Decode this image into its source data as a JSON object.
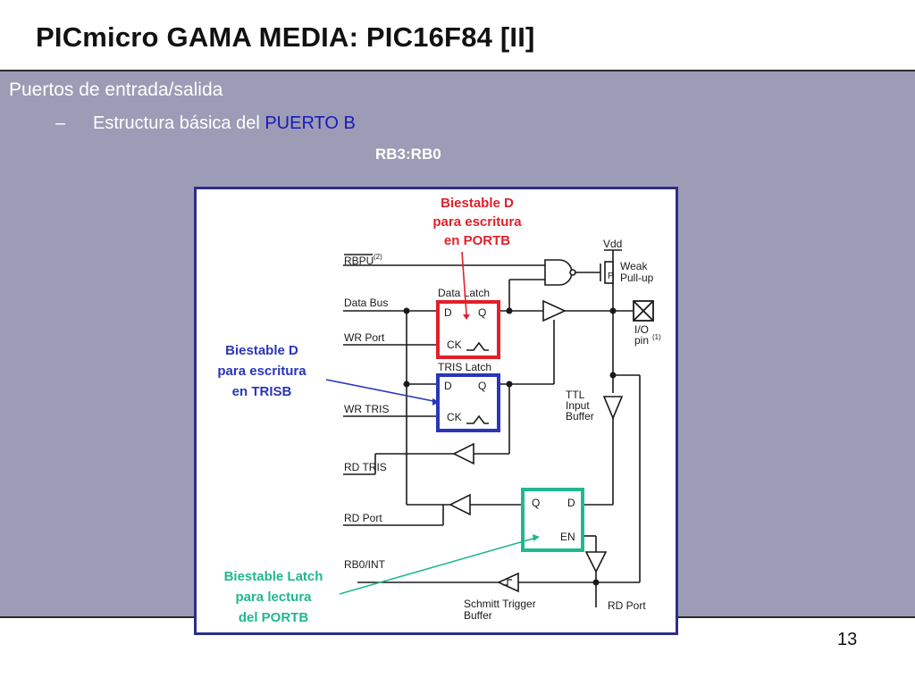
{
  "slide": {
    "title": "PICmicro GAMA MEDIA: PIC16F84 [II]",
    "bullet1": "Puertos de entrada/salida",
    "bullet2_dash": "–",
    "bullet2_text": "Estructura básica del ",
    "bullet2_highlight": "PUERTO B",
    "subheading": "RB3:RB0",
    "page_number": "13"
  },
  "diagram": {
    "signals": {
      "rbpu": "RBPU",
      "rbpu_note": "(2)",
      "data_bus": "Data Bus",
      "wr_port": "WR Port",
      "wr_tris": "WR TRIS",
      "rd_tris": "RD TRIS",
      "rd_port_left": "RD Port",
      "rb0_int": "RB0/INT",
      "rd_port_bottom": "RD Port"
    },
    "blocks": {
      "data_latch": "Data Latch",
      "tris_latch": "TRIS Latch",
      "d": "D",
      "q": "Q",
      "ck": "CK",
      "en": "EN",
      "vdd": "Vdd",
      "p": "P",
      "weak1": "Weak",
      "weak2": "Pull-up",
      "io1": "I/O",
      "io2": "pin",
      "io_note": "(1)",
      "ttl1": "TTL",
      "ttl2": "Input",
      "ttl3": "Buffer",
      "schmitt1": "Schmitt Trigger",
      "schmitt2": "Buffer"
    },
    "annotations": {
      "red": [
        "Biestable D",
        "para escritura",
        "en PORTB"
      ],
      "blue": [
        "Biestable D",
        "para escritura",
        "en TRISB"
      ],
      "green": [
        "Biestable Latch",
        "para lectura",
        "del PORTB"
      ]
    },
    "colors": {
      "red": "#e0202a",
      "blue": "#2a36b8",
      "green": "#20b890",
      "frame": "#2e2e8a",
      "content_bg": "#9c9cb6"
    }
  }
}
